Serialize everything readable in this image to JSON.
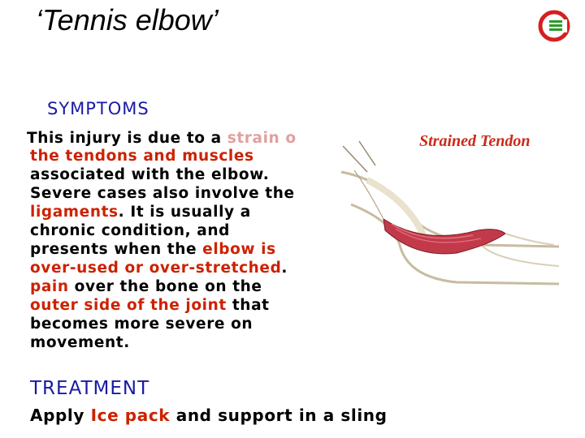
{
  "title": "‘Tennis elbow’",
  "symptoms_heading": "SYMPTOMS",
  "image_caption": "Strained Tendon",
  "colors": {
    "heading": "#1a1aa6",
    "highlight": "#cc2200",
    "faded": "#e0a0a0"
  },
  "body_lines": [
    {
      "segments": [
        {
          "text": "This injury is due to a ",
          "style": "normal"
        },
        {
          "text": "strain o",
          "style": "faded"
        }
      ]
    },
    {
      "segments": [
        {
          "text": "the tendons and muscles",
          "style": "red"
        }
      ]
    },
    {
      "segments": [
        {
          "text": "associated with the elbow.",
          "style": "normal"
        }
      ]
    },
    {
      "segments": [
        {
          "text": "Severe cases also involve the",
          "style": "normal"
        }
      ]
    },
    {
      "segments": [
        {
          "text": "ligaments",
          "style": "red"
        },
        {
          "text": ". It is usually a",
          "style": "normal"
        }
      ]
    },
    {
      "segments": [
        {
          "text": "chronic condition, and",
          "style": "normal"
        }
      ]
    },
    {
      "segments": [
        {
          "text": "presents when the ",
          "style": "normal"
        },
        {
          "text": "elbow is",
          "style": "red"
        }
      ]
    },
    {
      "segments": [
        {
          "text": "over-used or over-stretched",
          "style": "red"
        },
        {
          "text": ".",
          "style": "normal"
        }
      ]
    },
    {
      "segments": [
        {
          "text": "pain",
          "style": "red"
        },
        {
          "text": " over the bone on the",
          "style": "normal"
        }
      ]
    },
    {
      "segments": [
        {
          "text": "outer side of the joint",
          "style": "red"
        },
        {
          "text": " that",
          "style": "normal"
        }
      ]
    },
    {
      "segments": [
        {
          "text": "becomes more severe on",
          "style": "normal"
        }
      ]
    },
    {
      "segments": [
        {
          "text": "movement.",
          "style": "normal"
        }
      ]
    }
  ],
  "treatment_heading": "TREATMENT",
  "treatment_segments": [
    {
      "text": "Apply ",
      "style": "normal"
    },
    {
      "text": "Ice pack",
      "style": "red"
    },
    {
      "text": " and support in a sling",
      "style": "normal"
    }
  ]
}
